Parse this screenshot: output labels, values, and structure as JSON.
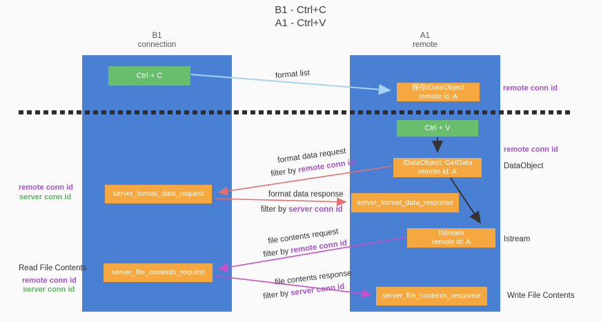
{
  "title": {
    "line1": "B1 - Ctrl+C",
    "line2": "A1 - Ctrl+V"
  },
  "lanes": {
    "left": {
      "title": "B1",
      "subtitle": "connection"
    },
    "right": {
      "title": "A1",
      "subtitle": "remote"
    }
  },
  "boxes": {
    "ctrl_c": {
      "label": "Ctrl + C"
    },
    "save_dataobject": {
      "line1": "保存IDataObject",
      "line2": "remote id: A"
    },
    "ctrl_v": {
      "label": "Ctrl + V"
    },
    "getdata": {
      "line1": "IDataObject::GetData",
      "line2": "remote id: A"
    },
    "server_format_data_request": {
      "label": "server_format_data_request"
    },
    "server_format_data_response": {
      "label": "server_format_data_response"
    },
    "istream": {
      "line1": "IStream",
      "line2": "remote id: A"
    },
    "server_file_contents_request": {
      "label": "server_file_contents_request"
    },
    "server_file_contents_response": {
      "label": "server_file_contents_response"
    }
  },
  "flow_labels": {
    "format_list": "format list",
    "format_data_request": "format data request",
    "filter_remote_1": {
      "prefix": "filter by",
      "highlight": "remote conn id"
    },
    "format_data_response": "format data response",
    "filter_server_1": {
      "prefix": "filter by",
      "highlight": "server conn id"
    },
    "file_contents_request": "file contents request",
    "filter_remote_2": {
      "prefix": "filter by",
      "highlight": "remote conn id"
    },
    "file_contents_response": "file contents response",
    "filter_server_2": {
      "prefix": "filter by",
      "highlight": "server conn id"
    }
  },
  "side_labels": {
    "right_remote_conn_top": "remote conn id",
    "right_remote_conn_mid": "remote conn id",
    "right_dataobject": "DataObject",
    "right_istream": "Istream",
    "right_write_file": "Write File Contents",
    "left_remote_conn_1": "remote conn id",
    "left_server_conn_1": "server conn id",
    "left_read_file": "Read File Contents",
    "left_remote_conn_2": "remote conn id",
    "left_server_conn_2": "server conn id"
  },
  "colors": {
    "lane_blue": "#4a80d4",
    "box_green": "#69be6d",
    "box_orange": "#f6a840",
    "text_purple": "#a653c8",
    "text_green": "#5bb65e",
    "arrow_lightblue": "#a6d3f1",
    "arrow_black": "#333333",
    "arrow_salmon": "#e66f6f",
    "arrow_magenta": "#ca4fc6",
    "dash_line": "#2e2e2e"
  }
}
